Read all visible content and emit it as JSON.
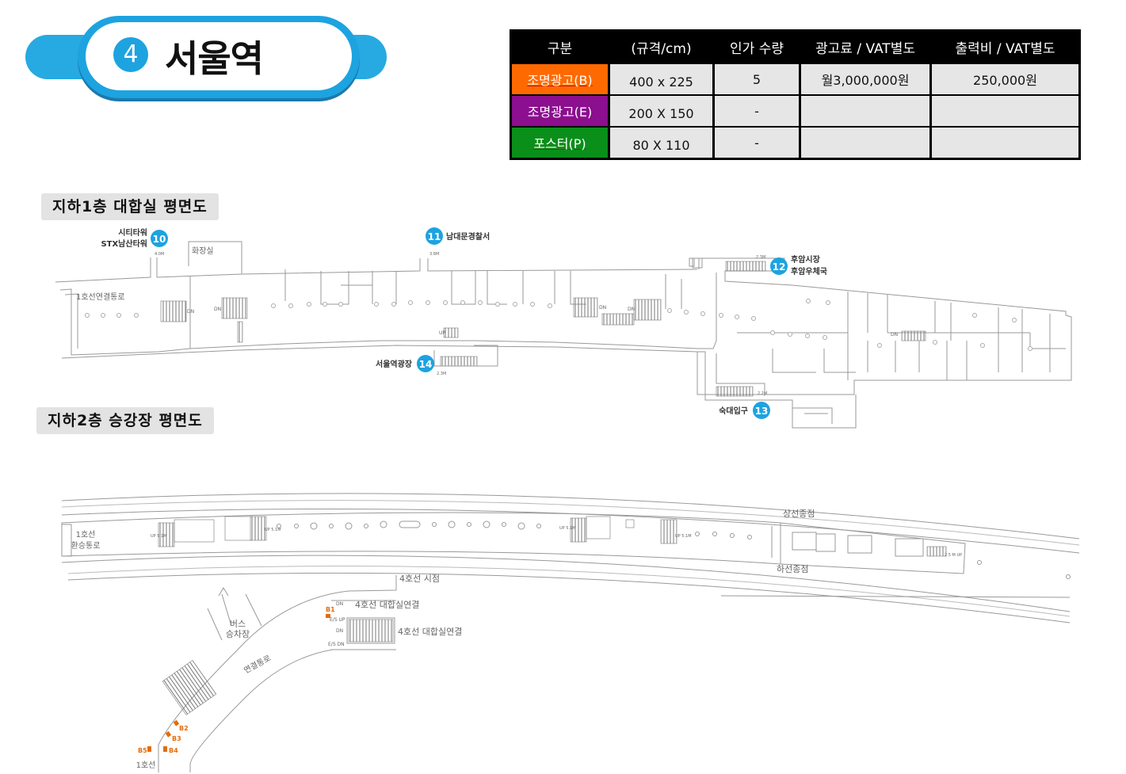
{
  "header": {
    "number": "4",
    "station_name": "서울역"
  },
  "table": {
    "headers": [
      "구분",
      "(규격/cm)",
      "인가 수량",
      "광고료 / VAT별도",
      "출력비 / VAT별도"
    ],
    "rows": [
      {
        "type": "조명광고(B)",
        "size": "400 x 225",
        "quantity": "5",
        "price": "월3,000,000원",
        "print_cost": "250,000원",
        "color": "#ff6a00"
      },
      {
        "type": "조명광고(E)",
        "size": "200 X 150",
        "quantity": "-",
        "price": "",
        "print_cost": "",
        "color": "#8b0f8e"
      },
      {
        "type": "포스터(P)",
        "size": "80 X 110",
        "quantity": "-",
        "price": "",
        "print_cost": "",
        "color": "#0a8f1a"
      }
    ]
  },
  "sections": {
    "b1_title": "지하1층 대합실 평면도",
    "b2_title": "지하2층 승강장 평면도"
  },
  "b1_plan": {
    "exit10_num": "10",
    "exit10_name1": "시티타워",
    "exit10_name2": "STX남산타워",
    "exit10_width": "4.0M",
    "exit11_num": "11",
    "exit11_name": "남대문경찰서",
    "exit11_width": "3.8M",
    "exit12_num": "12",
    "exit12_name1": "후암시장",
    "exit12_name2": "후암우체국",
    "exit12_width": "2.3M",
    "exit13_num": "13",
    "exit13_name": "숙대입구",
    "exit13_width": "2.2M",
    "exit14_num": "14",
    "exit14_name": "서울역광장",
    "exit14_width": "2.3M",
    "restroom": "화장실",
    "line1_passage": "1호선연결통로",
    "dn": "DN",
    "up": "UP"
  },
  "b2_plan": {
    "line1_transfer1": "1호선",
    "line1_transfer2": "환승통로",
    "upbound_end": "상선종점",
    "downbound_end": "하선종점",
    "line4_start": "4호선 시점",
    "line4_link1": "4호선 대합실연결",
    "line4_link2": "4호선 대합실연결",
    "bus1": "버스",
    "bus2": "승차장",
    "connector": "연결통로",
    "line1_bottom": "1호선",
    "b1": "B1",
    "b2": "B2",
    "b3": "B3",
    "b4": "B4",
    "b5": "B5",
    "up_5_1m_a": "UP 5.1M",
    "up_5_1m_b": "UP 5.1M",
    "up_5_1m_c": "UP 5.1M",
    "up_5_1m_d": "UP 5.1M",
    "up_2_5m": "2.5 M UP",
    "es_up": "E/S UP",
    "es_dn": "E/S DN",
    "dn": "DN"
  }
}
